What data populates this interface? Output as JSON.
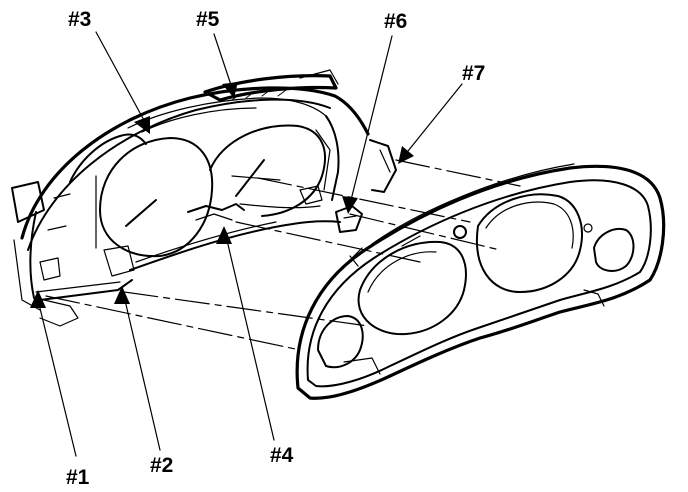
{
  "callouts": [
    {
      "id": "c1",
      "label": "#1"
    },
    {
      "id": "c2",
      "label": "#2"
    },
    {
      "id": "c3",
      "label": "#3"
    },
    {
      "id": "c4",
      "label": "#4"
    },
    {
      "id": "c5",
      "label": "#5"
    },
    {
      "id": "c6",
      "label": "#6"
    },
    {
      "id": "c7",
      "label": "#7"
    }
  ],
  "colors": {
    "ink": "#000000",
    "paper": "#ffffff"
  }
}
